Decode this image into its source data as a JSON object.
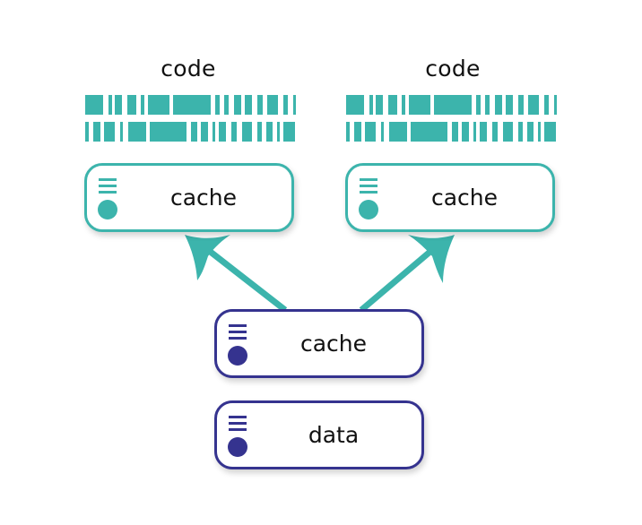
{
  "colors": {
    "teal": "#3cb4ac",
    "navy": "#35338f",
    "text": "#111111"
  },
  "code_blocks": [
    {
      "label": "code",
      "rows": [
        [
          [
            0,
            18
          ],
          [
            23,
            27
          ],
          [
            30,
            37
          ],
          [
            42,
            51
          ],
          [
            56,
            59
          ],
          [
            63,
            84
          ],
          [
            88,
            126
          ],
          [
            130,
            135
          ],
          [
            139,
            144
          ],
          [
            149,
            156
          ],
          [
            160,
            167
          ],
          [
            172,
            178
          ],
          [
            182,
            193
          ],
          [
            198,
            203
          ],
          [
            208,
            210
          ]
        ],
        [
          [
            0,
            4
          ],
          [
            8,
            15
          ],
          [
            19,
            30
          ],
          [
            35,
            38
          ],
          [
            43,
            61
          ],
          [
            65,
            101
          ],
          [
            106,
            112
          ],
          [
            116,
            123
          ],
          [
            127,
            130
          ],
          [
            134,
            141
          ],
          [
            146,
            152
          ],
          [
            157,
            167
          ],
          [
            172,
            177
          ],
          [
            181,
            188
          ],
          [
            192,
            194
          ],
          [
            198,
            210
          ]
        ]
      ]
    },
    {
      "label": "code",
      "rows": [
        [
          [
            0,
            18
          ],
          [
            23,
            27
          ],
          [
            30,
            37
          ],
          [
            42,
            51
          ],
          [
            56,
            59
          ],
          [
            63,
            84
          ],
          [
            88,
            126
          ],
          [
            130,
            135
          ],
          [
            139,
            144
          ],
          [
            149,
            156
          ],
          [
            160,
            167
          ],
          [
            172,
            178
          ],
          [
            182,
            193
          ],
          [
            198,
            203
          ],
          [
            208,
            210
          ]
        ],
        [
          [
            0,
            4
          ],
          [
            8,
            15
          ],
          [
            19,
            30
          ],
          [
            35,
            38
          ],
          [
            43,
            61
          ],
          [
            65,
            101
          ],
          [
            106,
            112
          ],
          [
            116,
            123
          ],
          [
            127,
            130
          ],
          [
            134,
            141
          ],
          [
            146,
            152
          ],
          [
            157,
            167
          ],
          [
            172,
            177
          ],
          [
            181,
            188
          ],
          [
            192,
            194
          ],
          [
            198,
            210
          ]
        ]
      ]
    }
  ],
  "nodes": {
    "top_left": {
      "label": "cache",
      "icon": "server-icon",
      "color": "teal"
    },
    "top_right": {
      "label": "cache",
      "icon": "server-icon",
      "color": "teal"
    },
    "middle": {
      "label": "cache",
      "icon": "server-icon",
      "color": "navy"
    },
    "bottom": {
      "label": "data",
      "icon": "server-icon",
      "color": "navy"
    }
  },
  "edges": [
    {
      "from": "middle",
      "to": "top_left",
      "style": "arrow"
    },
    {
      "from": "middle",
      "to": "top_right",
      "style": "arrow"
    }
  ]
}
